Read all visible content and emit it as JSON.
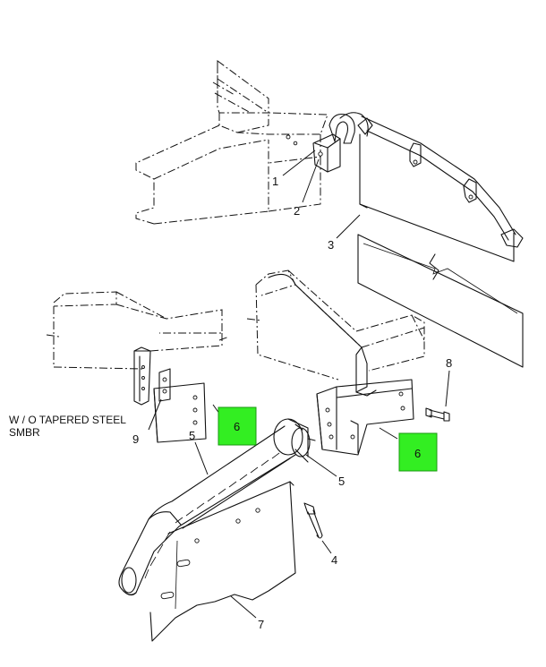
{
  "diagram": {
    "note_line1": "W / O TAPERED STEEL",
    "note_line2": "SMBR",
    "callouts": {
      "c1": "1",
      "c2": "2",
      "c3": "3",
      "c4": "4",
      "c5a": "5",
      "c5b": "5",
      "c6a": "6",
      "c6b": "6",
      "c7": "7",
      "c8": "8",
      "c9": "9"
    },
    "highlight_color": "#33ee22"
  }
}
